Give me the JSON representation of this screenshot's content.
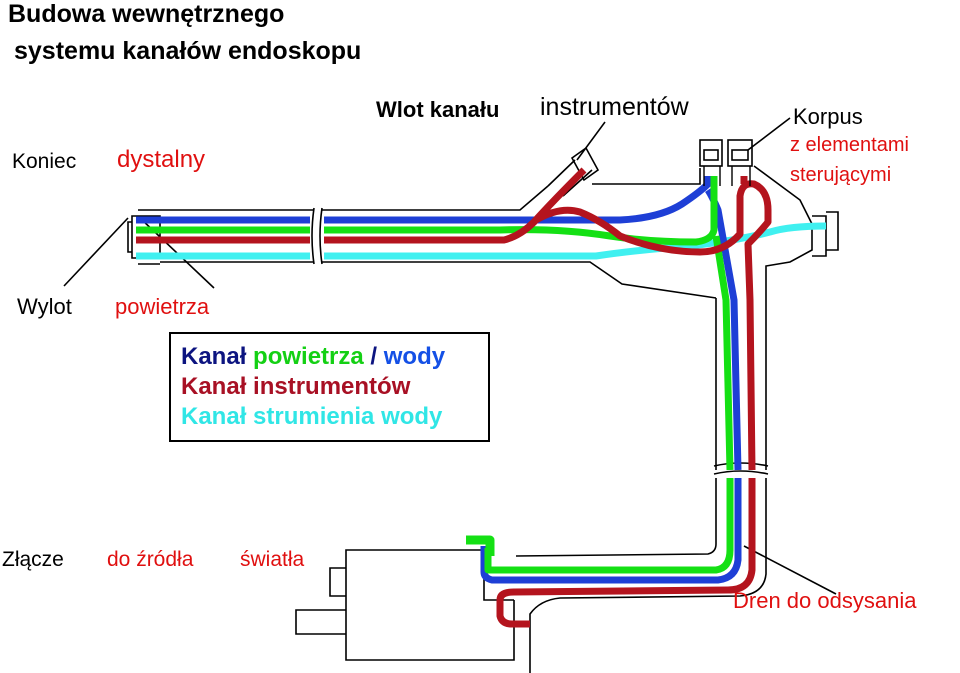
{
  "title": {
    "line1": "Budowa wewnętrznego",
    "line2": "systemu kanałów endoskopu"
  },
  "labels": {
    "koniec": "Koniec",
    "dystalny": "dystalny",
    "wlot_kanalu": "Wlot  kanału",
    "instrumentow": "instrumentów",
    "korpus": "Korpus",
    "z_elementami": "z elementami",
    "sterujacymi": "sterującymi",
    "wylot": "Wylot",
    "powietrza": "powietrza",
    "zlacze": "Złącze",
    "do_zrodla": "do źródła",
    "swiatla": "światła",
    "dren": "Dren do odsysania"
  },
  "legend": {
    "row1_kanal": "Kanał",
    "row1_powietrza": "powietrza",
    "row1_slash": "/",
    "row1_wody": "wody",
    "row2": "Kanał instrumentów",
    "row3": "Kanał strumienia wody"
  },
  "colors": {
    "blue_channel": "#1e3fd6",
    "green_channel": "#14e014",
    "red_channel": "#b4141e",
    "cyan_channel": "#40f0f0",
    "label_red": "#e01010",
    "legend_navy": "#0c1480",
    "legend_green": "#14d014",
    "legend_blue": "#1450e6",
    "legend_darkred": "#a81024",
    "legend_cyan": "#30e6e6"
  }
}
